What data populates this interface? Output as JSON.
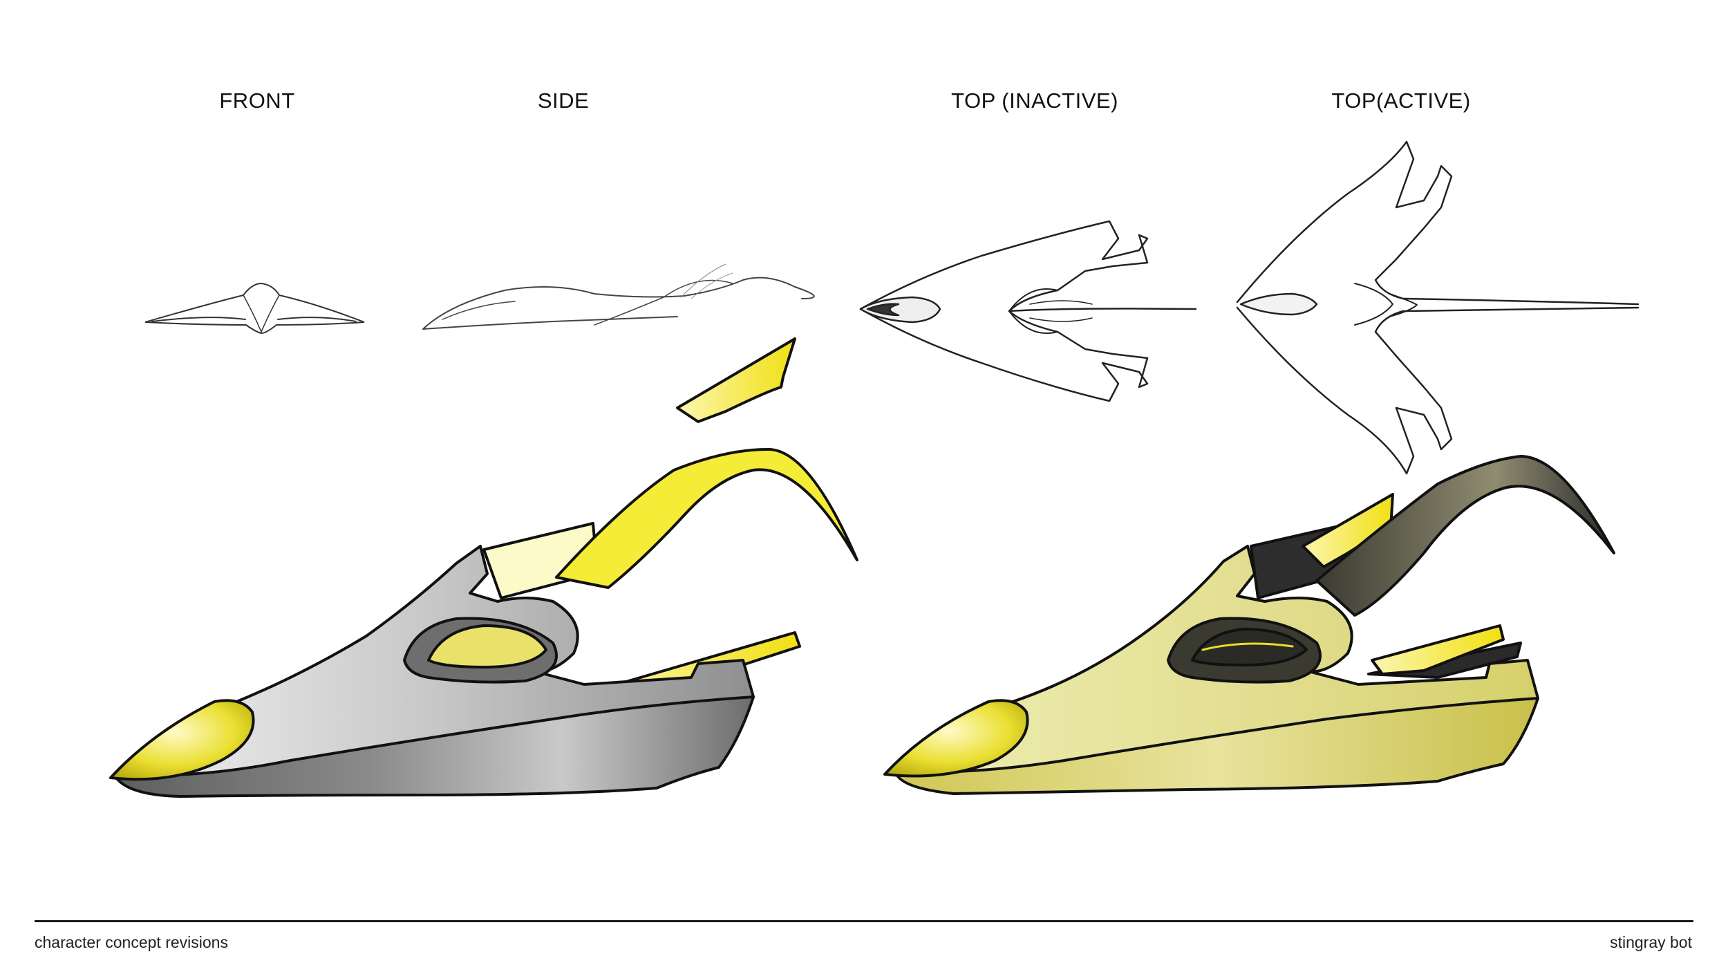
{
  "views": {
    "front": "FRONT",
    "side": "SIDE",
    "top_inactive": "TOP (INACTIVE)",
    "top_active": "TOP(ACTIVE)"
  },
  "footer": {
    "left": "character concept revisions",
    "right": "stingray bot"
  },
  "colors": {
    "ink": "#1a1a1a",
    "yellow": "#f2e31a",
    "pale_yellow": "#e6e39a",
    "gray": "#9a9a9a"
  }
}
